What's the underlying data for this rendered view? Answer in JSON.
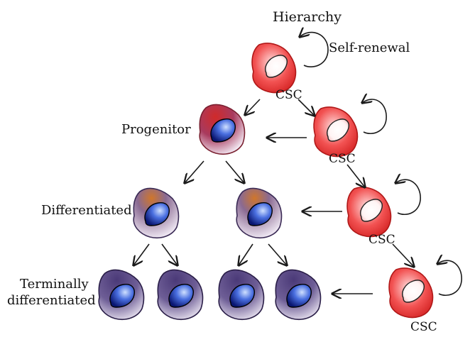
{
  "title": "Hierarchy",
  "labels": {
    "self_renewal": "Self-renewal",
    "csc": "CSC",
    "progenitor": "Progenitor",
    "differentiated": "Differentiated",
    "terminally_line1": "Terminally",
    "terminally_line2": "differentiated"
  },
  "colors": {
    "csc_fill": "#f04a4a",
    "csc_edge": "#b01818",
    "progenitor_fill": "#b04060",
    "progenitor_edge": "#7a2030",
    "differentiated_fill": "#8a6a9a",
    "differentiated_edge": "#3a2a55",
    "terminal_fill": "#5a4a80",
    "terminal_edge": "#2a1e48",
    "nucleus_dark": "#101c80",
    "nucleus_light": "#7fa0ff",
    "csc_nucleus": "#ffffff"
  }
}
